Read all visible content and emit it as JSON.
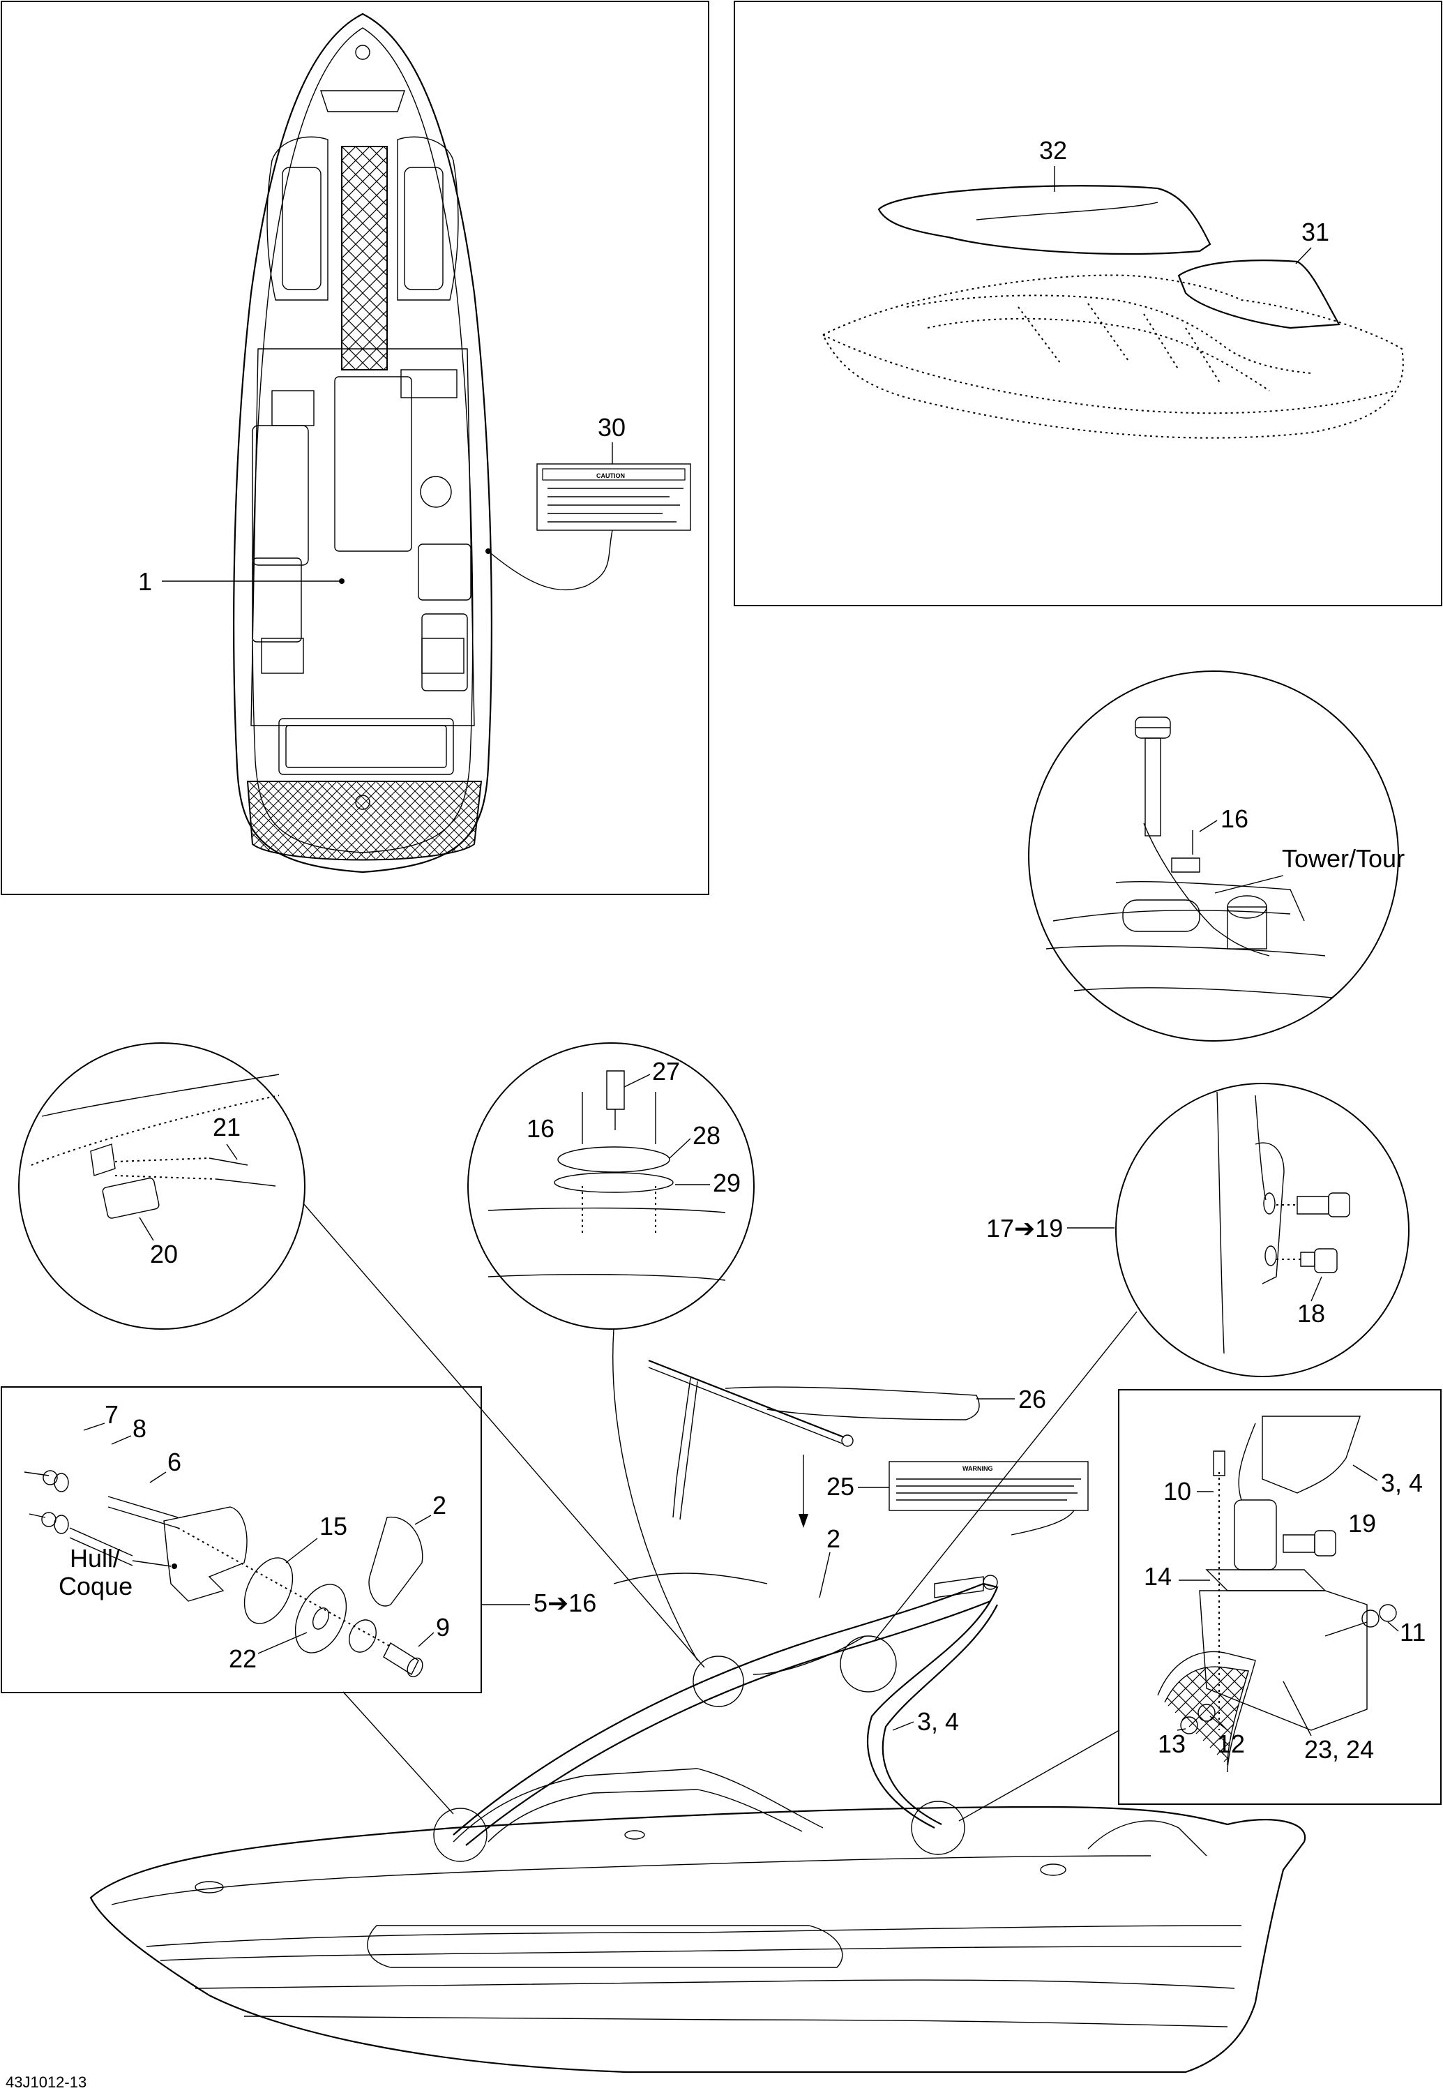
{
  "drawing_code": "43J1012-13",
  "callouts": {
    "c1": "1",
    "c30": "30",
    "c32": "32",
    "c31": "31",
    "c16_tower": "16",
    "tower": "Tower/Tour",
    "c27": "27",
    "c16_mount": "16",
    "c28": "28",
    "c29": "29",
    "c21": "21",
    "c20": "20",
    "c17_19": "17➔19",
    "c18": "18",
    "c7": "7",
    "c8": "8",
    "c6": "6",
    "c15": "15",
    "c2_left": "2",
    "hull_1": "Hull/",
    "hull_2": "Coque",
    "c5_16": "5➔16",
    "c22": "22",
    "c9": "9",
    "c26": "26",
    "c25": "25",
    "c2_main": "2",
    "c34_main": "3, 4",
    "c10": "10",
    "c34_right": "3, 4",
    "c19": "19",
    "c14": "14",
    "c11": "11",
    "c13": "13",
    "c12": "12",
    "c23_24": "23, 24"
  },
  "labels": {
    "caution_title": "CAUTION",
    "warning_title": "WARNING"
  }
}
